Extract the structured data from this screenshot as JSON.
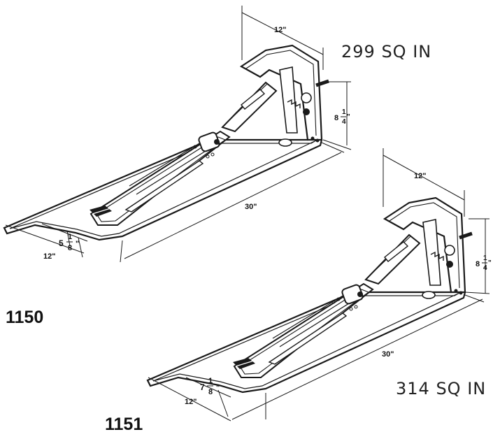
{
  "model_1150": {
    "label": "1150",
    "area": "299 SQ IN",
    "dims": {
      "top_width": "12\"",
      "height_whole": "8",
      "height_num": "1",
      "height_den": "4",
      "height_unit": "\"",
      "length": "30\"",
      "front_width": "12\"",
      "heel_whole": "5",
      "heel_num": "1",
      "heel_den": "8",
      "heel_unit": "\""
    }
  },
  "model_1151": {
    "label": "1151",
    "area": "314 SQ IN",
    "dims": {
      "top_width": "12\"",
      "height_whole": "8",
      "height_num": "1",
      "height_den": "4",
      "height_unit": "\"",
      "length": "30\"",
      "front_width": "12\"",
      "heel_whole": "7",
      "heel_num": "1",
      "heel_den": "8",
      "heel_unit": "\""
    }
  },
  "colors": {
    "line": "#1a1a1a",
    "fill": "#ffffff",
    "text": "#111111"
  }
}
